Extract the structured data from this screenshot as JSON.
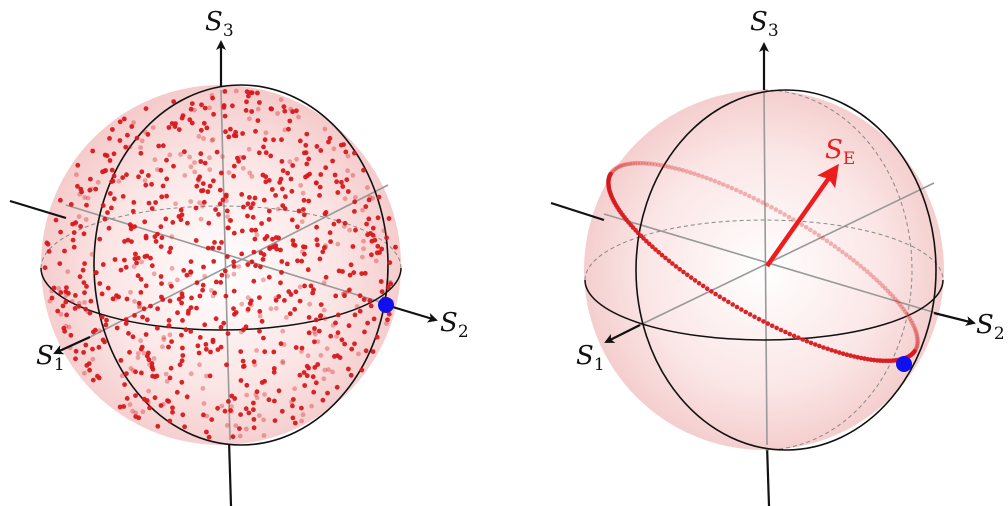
{
  "figure": {
    "left_panel": {
      "axes": {
        "s1": "S",
        "s1_sub": "1",
        "s2": "S",
        "s2_sub": "2",
        "s3": "S",
        "s3_sub": "3"
      }
    },
    "right_panel": {
      "axes": {
        "s1": "S",
        "s1_sub": "1",
        "s2": "S",
        "s2_sub": "2",
        "s3": "S",
        "s3_sub": "3"
      },
      "vector": {
        "label": "S",
        "label_sub": "E"
      }
    }
  },
  "colors": {
    "sphere": "#f3c3c3",
    "points": "#d7191c",
    "marker": "#1010ee",
    "vector": "#ee1c1c",
    "axis": "#111111",
    "grid": "#999999"
  }
}
